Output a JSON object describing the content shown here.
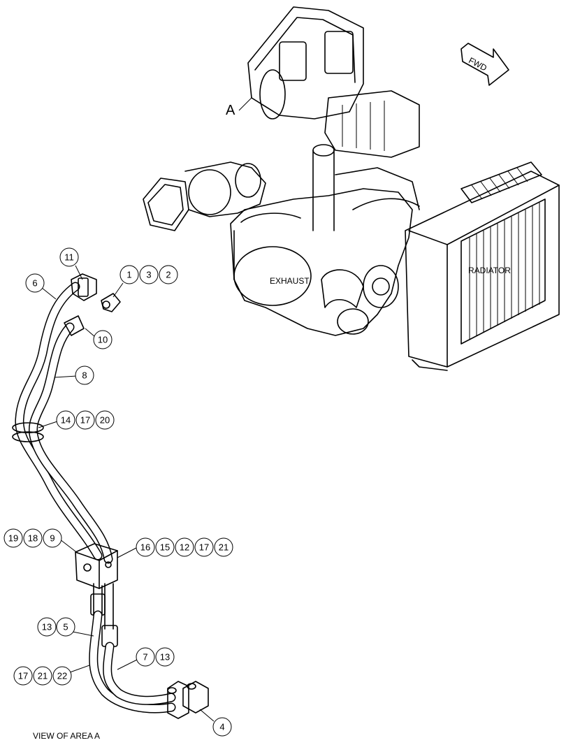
{
  "labels": {
    "area_marker": "A",
    "fwd": "FWD",
    "exhaust": "EXHAUST",
    "radiator": "RADIATOR",
    "view_caption": "VIEW OF AREA  A"
  },
  "callouts": {
    "c11": "11",
    "c6": "6",
    "c1": "1",
    "c3": "3",
    "c2": "2",
    "c10": "10",
    "c8": "8",
    "c14": "14",
    "c17a": "17",
    "c20": "20",
    "c19": "19",
    "c18": "18",
    "c9": "9",
    "c16": "16",
    "c15": "15",
    "c12": "12",
    "c17b": "17",
    "c21a": "21",
    "c13a": "13",
    "c5": "5",
    "c7": "7",
    "c13b": "13",
    "c17c": "17",
    "c21b": "21",
    "c22": "22",
    "c4": "4"
  }
}
